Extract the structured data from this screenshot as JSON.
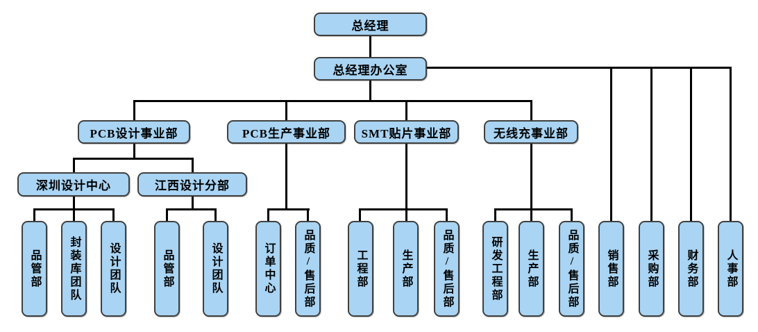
{
  "diagram": {
    "type": "org-chart",
    "colors": {
      "node_fill": "#a9d4f3",
      "node_border": "#404040",
      "connector": "#000000"
    },
    "nodes": {
      "gm": "总经理",
      "gmo": "总经理办公室",
      "bu_pcb_design": "PCB设计事业部",
      "bu_pcb_prod": "PCB生产事业部",
      "bu_smt": "SMT贴片事业部",
      "bu_wireless": "无线充事业部",
      "sz_center": "深圳设计中心",
      "jx_branch": "江西设计分部",
      "sz_quality": "品管部",
      "sz_pkg_lib": "封装库团队",
      "sz_design_team": "设计团队",
      "jx_quality": "品管部",
      "jx_design_team": "设计团队",
      "prod_order_center": "订单中心",
      "prod_qa_aftersales": "品质/售后部",
      "smt_engineering": "工程部",
      "smt_production": "生产部",
      "smt_qa_aftersales": "品质/售后部",
      "wl_rd_engineering": "研发工程部",
      "wl_production": "生产部",
      "wl_qa_aftersales": "品质/售后部",
      "sales": "销售部",
      "purchasing": "采购部",
      "finance": "财务部",
      "hr": "人事部"
    },
    "edges": [
      [
        "总经理",
        "总经理办公室"
      ],
      [
        "总经理办公室",
        "PCB设计事业部"
      ],
      [
        "总经理办公室",
        "PCB生产事业部"
      ],
      [
        "总经理办公室",
        "SMT贴片事业部"
      ],
      [
        "总经理办公室",
        "无线充事业部"
      ],
      [
        "总经理办公室",
        "销售部"
      ],
      [
        "总经理办公室",
        "采购部"
      ],
      [
        "总经理办公室",
        "财务部"
      ],
      [
        "总经理办公室",
        "人事部"
      ],
      [
        "PCB设计事业部",
        "深圳设计中心"
      ],
      [
        "PCB设计事业部",
        "江西设计分部"
      ],
      [
        "深圳设计中心",
        "品管部"
      ],
      [
        "深圳设计中心",
        "封装库团队"
      ],
      [
        "深圳设计中心",
        "设计团队"
      ],
      [
        "江西设计分部",
        "品管部"
      ],
      [
        "江西设计分部",
        "设计团队"
      ],
      [
        "PCB生产事业部",
        "订单中心"
      ],
      [
        "PCB生产事业部",
        "品质/售后部"
      ],
      [
        "SMT贴片事业部",
        "工程部"
      ],
      [
        "SMT贴片事业部",
        "生产部"
      ],
      [
        "SMT贴片事业部",
        "品质/售后部"
      ],
      [
        "无线充事业部",
        "研发工程部"
      ],
      [
        "无线充事业部",
        "生产部"
      ],
      [
        "无线充事业部",
        "品质/售后部"
      ]
    ]
  }
}
